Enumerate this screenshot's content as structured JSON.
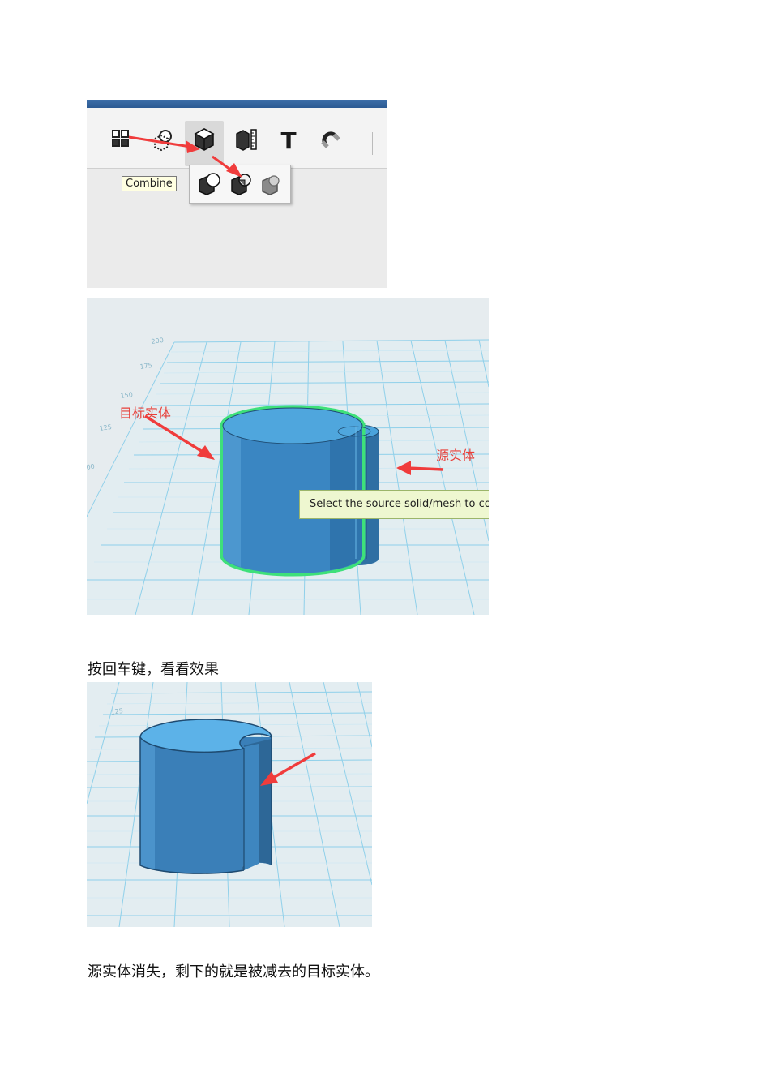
{
  "toolbar_shot": {
    "tooltip": "Combine",
    "tools": [
      "pattern-icon",
      "shell-icon",
      "combine-icon",
      "measure-icon",
      "text-icon",
      "snap-icon"
    ],
    "popup_tools": [
      "subtract-icon",
      "intersect-icon",
      "union-icon"
    ],
    "t_glyph": "T"
  },
  "scene_shot": {
    "label_target": "目标实体",
    "label_source": "源实体",
    "tip": "Select the source solid/mesh to com",
    "axis_ticks": [
      "200",
      "175",
      "150",
      "125",
      "00"
    ]
  },
  "result_shot": {
    "axis_tick": "125"
  },
  "doc": {
    "para1": "按回车键，看看效果",
    "para2": "源实体消失，剩下的就是被减去的目标实体。"
  },
  "colors": {
    "cylinder": "#3b86c4",
    "cylinder_top": "#5bb0e6",
    "highlight": "#3ee07a",
    "grid": "#7ccbe8",
    "arrow": "#f03c3c"
  }
}
